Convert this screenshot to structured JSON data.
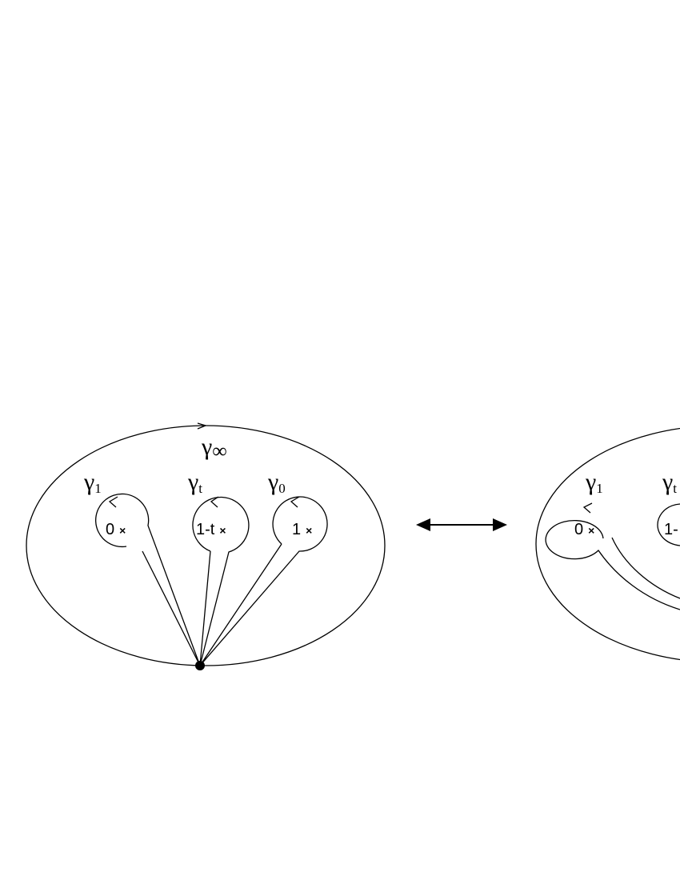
{
  "left_panel": {
    "outer_loop_label": {
      "base": "γ",
      "sub": "∞"
    },
    "loops": [
      {
        "label": {
          "base": "γ",
          "sub": "1"
        },
        "point": "0",
        "marker": "×"
      },
      {
        "label": {
          "base": "γ",
          "sub": "t"
        },
        "point": "1-t",
        "marker": "×"
      },
      {
        "label": {
          "base": "γ",
          "sub": "0"
        },
        "point": "1",
        "marker": "×"
      }
    ]
  },
  "right_panel": {
    "loops": [
      {
        "label": {
          "base": "γ",
          "sub": "1"
        },
        "point": "0",
        "marker": "×"
      },
      {
        "label": {
          "base": "γ",
          "sub": "t"
        },
        "point": "1-",
        "marker": ""
      }
    ]
  },
  "equivalence_arrow": "double-headed-arrow",
  "colors": {
    "ink": "#000000",
    "background": "#ffffff"
  }
}
